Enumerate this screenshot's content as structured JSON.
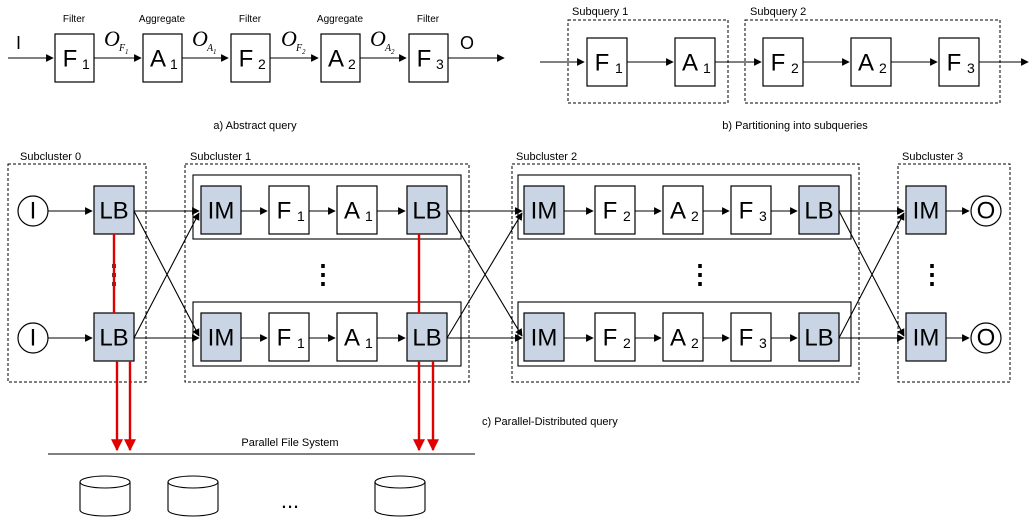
{
  "abstract_query": {
    "caption": "a) Abstract query",
    "input": "I",
    "output": "O",
    "operators": [
      {
        "label": "Filter",
        "name": "F",
        "sub": "1"
      },
      {
        "label": "Aggregate",
        "name": "A",
        "sub": "1"
      },
      {
        "label": "Filter",
        "name": "F",
        "sub": "2"
      },
      {
        "label": "Aggregate",
        "name": "A",
        "sub": "2"
      },
      {
        "label": "Filter",
        "name": "F",
        "sub": "3"
      }
    ],
    "edge_labels": [
      {
        "base": "O",
        "sub": "F",
        "subsub": "1"
      },
      {
        "base": "O",
        "sub": "A",
        "subsub": "1"
      },
      {
        "base": "O",
        "sub": "F",
        "subsub": "2"
      },
      {
        "base": "O",
        "sub": "A",
        "subsub": "2"
      }
    ]
  },
  "partitioning": {
    "caption": "b) Partitioning into subqueries",
    "subqueries": [
      {
        "label": "Subquery 1",
        "nodes": [
          {
            "name": "F",
            "sub": "1"
          },
          {
            "name": "A",
            "sub": "1"
          }
        ]
      },
      {
        "label": "Subquery 2",
        "nodes": [
          {
            "name": "F",
            "sub": "2"
          },
          {
            "name": "A",
            "sub": "2"
          },
          {
            "name": "F",
            "sub": "3"
          }
        ]
      }
    ]
  },
  "parallel": {
    "caption": "c) Parallel-Distributed query",
    "subclusters": [
      "Subcluster 0",
      "Subcluster 1",
      "Subcluster 2",
      "Subcluster 3"
    ],
    "input_node": "I",
    "output_node": "O",
    "lb": "LB",
    "im": "IM",
    "ellipsis": "⋮",
    "row_nodes_1": [
      {
        "name": "F",
        "sub": "1"
      },
      {
        "name": "A",
        "sub": "1"
      }
    ],
    "row_nodes_2": [
      {
        "name": "F",
        "sub": "2"
      },
      {
        "name": "A",
        "sub": "2"
      },
      {
        "name": "F",
        "sub": "3"
      }
    ]
  },
  "filesystem": {
    "label": "Parallel File System",
    "ellipsis": "..."
  },
  "colors": {
    "shaded_node": "#c9d5e4",
    "storage_arrows": "#e00000"
  }
}
